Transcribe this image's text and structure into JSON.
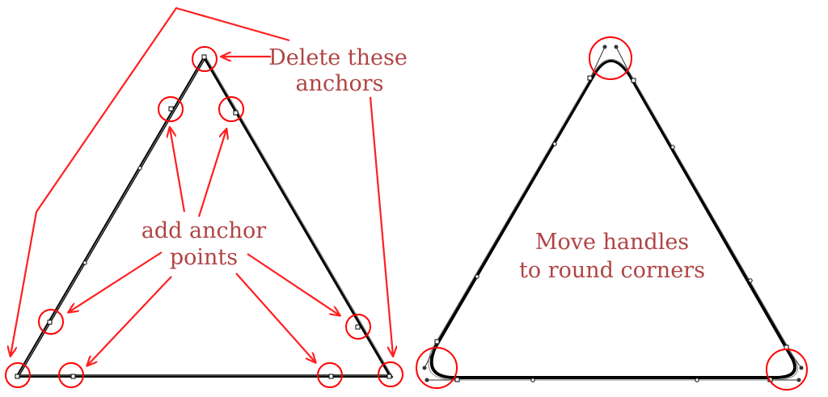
{
  "labels": {
    "delete_line1": "Delete these",
    "delete_line2": "anchors",
    "add_line1": "add anchor",
    "add_line2": "points",
    "move_line1": "Move handles",
    "move_line2": "to round corners"
  },
  "colors": {
    "annotation": "#ff0000",
    "label_text": "#b04444",
    "shape_stroke": "#000000"
  }
}
